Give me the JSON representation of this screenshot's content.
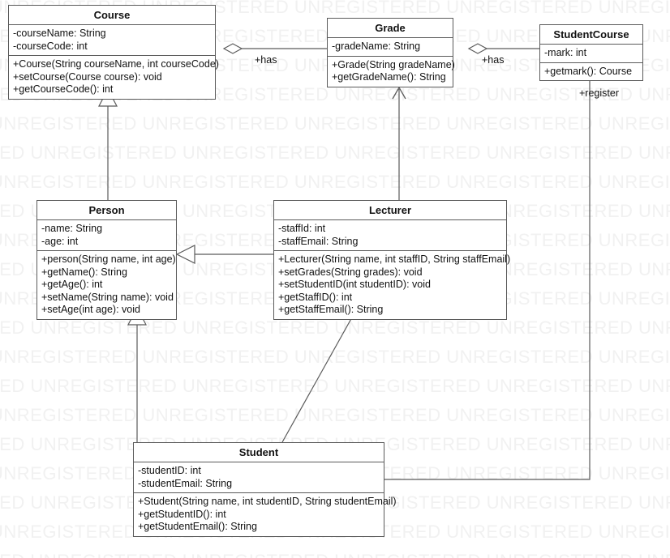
{
  "diagram": {
    "kind": "uml-class-diagram",
    "watermark_text": "UNREGISTERED",
    "stroke_color": "#5a5a5a",
    "text_color": "#111111",
    "background_color": "#ffffff"
  },
  "classes": [
    {
      "id": "course",
      "name": "Course",
      "attributes": [
        "-courseName: String",
        "-courseCode: int"
      ],
      "operations": [
        "+Course(String courseName, int courseCode)",
        "+setCourse(Course course): void",
        "+getCourseCode(): int"
      ]
    },
    {
      "id": "grade",
      "name": "Grade",
      "attributes": [
        "-gradeName: String"
      ],
      "operations": [
        "+Grade(String gradeName)",
        "+getGradeName(): String"
      ]
    },
    {
      "id": "studentcourse",
      "name": "StudentCourse",
      "attributes": [
        "-mark: int"
      ],
      "operations": [
        "+getmark(): Course"
      ]
    },
    {
      "id": "person",
      "name": "Person",
      "attributes": [
        "-name: String",
        "-age: int"
      ],
      "operations": [
        "+person(String name, int age)",
        "+getName(): String",
        "+getAge(): int",
        "+setName(String name): void",
        "+setAge(int age): void"
      ]
    },
    {
      "id": "lecturer",
      "name": "Lecturer",
      "attributes": [
        "-staffId: int",
        "-staffEmail: String"
      ],
      "operations": [
        "+Lecturer(String name, int staffID, String staffEmail)",
        "+setGrades(String grades): void",
        "+setStudentID(int studentID): void",
        "+getStaffID(): int",
        "+getStaffEmail(): String"
      ]
    },
    {
      "id": "student",
      "name": "Student",
      "attributes": [
        "-studentID: int",
        "-studentEmail: String"
      ],
      "operations": [
        "+Student(String name, int studentID, String studentEmail)",
        "+getStudentID(): int",
        "+getStudentEmail(): String"
      ]
    }
  ],
  "relationships": [
    {
      "id": "course-grade",
      "type": "aggregation",
      "from": "grade",
      "to": "course",
      "label": "+has"
    },
    {
      "id": "grade-studentcourse",
      "type": "aggregation",
      "from": "studentcourse",
      "to": "grade",
      "label": "+has"
    },
    {
      "id": "studentcourse-student",
      "type": "association",
      "from": "studentcourse",
      "to": "student",
      "label": "+register"
    },
    {
      "id": "person-course",
      "type": "generalization",
      "from": "person",
      "to": "course",
      "label": ""
    },
    {
      "id": "lecturer-person",
      "type": "generalization",
      "from": "lecturer",
      "to": "person",
      "label": ""
    },
    {
      "id": "student-person",
      "type": "generalization",
      "from": "student",
      "to": "person",
      "label": ""
    },
    {
      "id": "lecturer-grade",
      "type": "association",
      "from": "lecturer",
      "to": "grade",
      "label": ""
    },
    {
      "id": "lecturer-student",
      "type": "association",
      "from": "lecturer",
      "to": "student",
      "label": ""
    }
  ]
}
